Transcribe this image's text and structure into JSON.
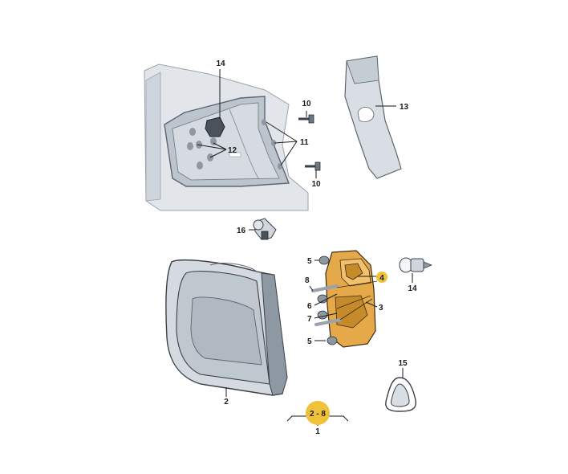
{
  "callouts": {
    "c14_top": "14",
    "c10_top": "10",
    "c13": "13",
    "c11": "11",
    "c12": "12",
    "c10_bottom": "10",
    "c16": "16",
    "c5_top": "5",
    "c4": "4",
    "c14_right": "14",
    "c8": "8",
    "c6": "6",
    "c3": "3",
    "c7": "7",
    "c5_bottom": "5",
    "c15": "15",
    "c2": "2",
    "c2_8": "2 - 8",
    "c1": "1"
  },
  "colors": {
    "part_fill": "#d9dee4",
    "part_dark": "#aab3bd",
    "part_shadow": "#8e98a3",
    "highlight_yellow": "#f0c23a",
    "holder_orange": "#e6a94a",
    "ink": "#1a1a1a"
  }
}
